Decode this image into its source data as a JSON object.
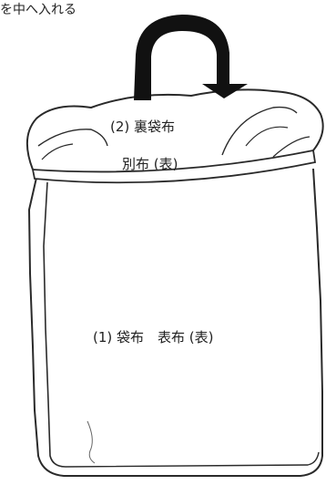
{
  "caption": "を中へ入れる",
  "labels": {
    "lining": "(2) 裏袋布",
    "separate_fabric": "別布 (表)",
    "outer": "(1) 袋布　表布 (表)"
  },
  "colors": {
    "outline": "#2a2a2a",
    "arrow": "#111111",
    "background": "#ffffff"
  }
}
